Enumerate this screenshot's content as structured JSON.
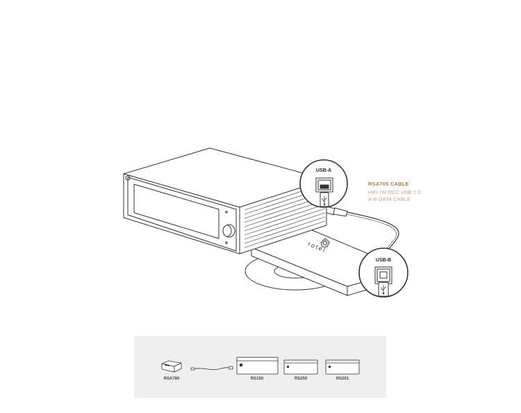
{
  "callouts": {
    "usb_a": "USB-A",
    "usb_b": "USB-B"
  },
  "cable": {
    "title": "RSA705 CABLE",
    "line1": "HiFi 7N OCC USB 2.0",
    "line2": "A-B DATA CABLE"
  },
  "brand_mark": "rotel",
  "products": [
    {
      "label": "RSA780"
    },
    {
      "label": "RS150"
    },
    {
      "label": "RS250"
    },
    {
      "label": "RS201"
    }
  ],
  "colors": {
    "line": "#333333",
    "accent": "#b07a45",
    "accent_light": "#c9a27c",
    "panel_bg": "#efefef"
  }
}
